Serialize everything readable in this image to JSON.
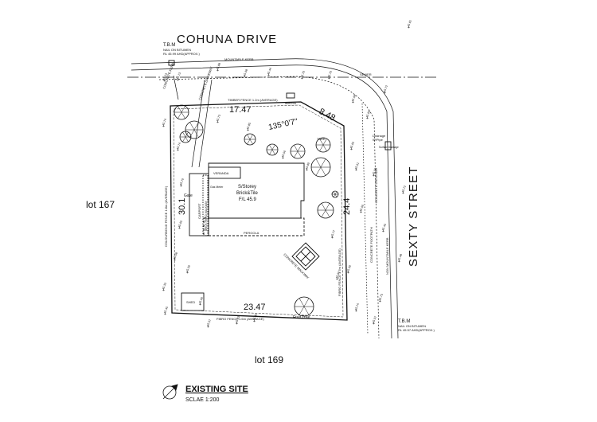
{
  "streets": {
    "cohuna": "COHUNA DRIVE",
    "sexty": "SEXTY STREET"
  },
  "lots": {
    "west": "lot 167",
    "south": "lot 169"
  },
  "tbm_top": {
    "title": "T.B.M",
    "line1": "NAIL ON BITUMEN",
    "line2": "RL 45.99 AHD(APPROX.)"
  },
  "tbm_bottom": {
    "title": "T.B.M",
    "line1": "NAIL ON BITUMEN",
    "line2": "RL 45.57 AHD(APPROX.)"
  },
  "kerb": "MOUNTABLE KERB",
  "sewer": "SEWER",
  "fences": {
    "north": "TIMBER FENCE 1.2m (AVERAGE)",
    "south": "FIBRO FENCE 1.6m (AVERAGE)",
    "east": "FIBRO FENCE 1.7m (AVERAGE)",
    "west": "COLOURBOND FENCE 1.8m (AVERAGE)"
  },
  "dims": {
    "north": "17.47",
    "bearing": "135°0'7\"",
    "splay": "8.48",
    "east": "24.4",
    "south": "23.47",
    "west": "30.1"
  },
  "house": {
    "line1": "S/Storey",
    "line2": "Brick&Tile",
    "line3": "F/L 45.9"
  },
  "labels": {
    "veranda": "VERANDA",
    "pergola": "PERGOLA",
    "carport": "CARPORT",
    "shed": "SHED",
    "gate": "Gate",
    "meter": "Gas Meter",
    "paved": "BRICK PAVED WALKWAY",
    "tree": "TREE",
    "telecom": "Telecom",
    "drainage": "Drainage",
    "drainage2": "W/Pipe",
    "surface": "Surface Drainage",
    "fruit": "Fruit Tree",
    "concrete_walkway": "CONCRETE WALKWAY",
    "concrete_kerb": "CONCRETE KERB",
    "concrete_driveway": "CONCRETE DRIVEWAY",
    "concrete_footpath": "CONCRETE FOOTPATH",
    "non_mountable": "NON MOUNTABLE KERB",
    "concrete_driveway_east": "CONCRETE DRIVEWAY"
  },
  "levels": {
    "a": "45.23",
    "b": "45.13",
    "c": "45.88",
    "d": "45.68",
    "e": "45.44",
    "f": "45.70",
    "g": "45.70",
    "h": "45.68",
    "i": "45.60",
    "j": "45.72",
    "k": "45.74",
    "l": "45.74",
    "m": "45.79",
    "n": "45.65",
    "o": "45.58",
    "p": "45.59",
    "q": "45.60",
    "r": "45.57",
    "s": "45.63",
    "t": "45.82",
    "u": "45.73",
    "v": "45.85",
    "w": "45.90",
    "x": "45.89",
    "y": "45.77",
    "z": "45.60",
    "aa": "45.74",
    "bb": "45.57",
    "cc": "45.73",
    "dd": "45.45",
    "ee": "45.61",
    "ff": "45.66",
    "gg": "45.55",
    "hh": "45.43",
    "ii": "45.48",
    "jj": "45.72",
    "kk": "45.81",
    "ll": "45.33",
    "mm": "45.39",
    "nn": "45.65"
  },
  "title": {
    "main": "EXISTING SITE",
    "scale": "SCLAE 1:200"
  }
}
